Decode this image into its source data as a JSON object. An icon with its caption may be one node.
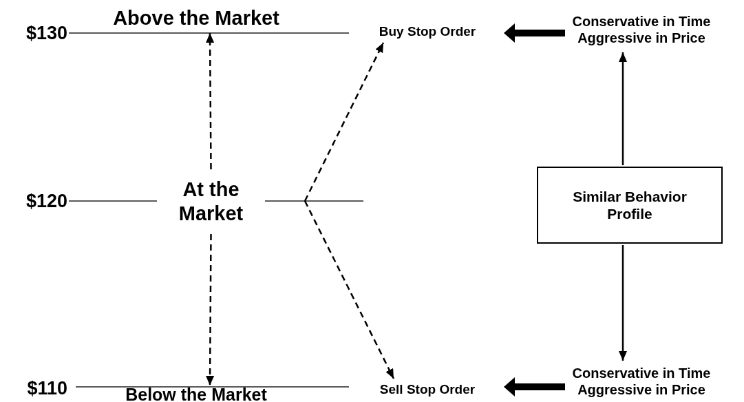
{
  "diagram": {
    "nodes": [
      {
        "text": [
          "Above the Market"
        ]
      },
      {
        "text": [
          "At the Market"
        ]
      },
      {
        "text": [
          "Below the Market"
        ]
      },
      {
        "text": [
          "Buy Stop Order"
        ]
      },
      {
        "text": [
          "Sell Stop Order"
        ]
      },
      {
        "text": [
          "Conservative in Time Aggressive in Price"
        ]
      },
      {
        "text": [
          "Conservative in Time Aggressive in Price"
        ]
      },
      {
        "text": [
          "Similar Behavior Profile"
        ]
      }
    ],
    "edges": [
      {
        "from": 1,
        "to": 0,
        "arrow": "to",
        "style": "dashed"
      },
      {
        "from": 1,
        "to": 2,
        "arrow": "to",
        "style": "dashed"
      },
      {
        "from": null,
        "to": 3,
        "arrow": "to",
        "style": "dashed"
      },
      {
        "from": null,
        "to": 4,
        "arrow": "to",
        "style": "dashed"
      },
      {
        "from": 5,
        "to": 3,
        "arrow": "to",
        "style": "thick"
      },
      {
        "from": 6,
        "to": 4,
        "arrow": "to",
        "style": "thick"
      },
      {
        "from": 7,
        "to": 5,
        "arrow": "to"
      },
      {
        "from": 7,
        "to": 6,
        "arrow": "to"
      }
    ],
    "labels": [
      "$130",
      "$120",
      "$110"
    ]
  }
}
